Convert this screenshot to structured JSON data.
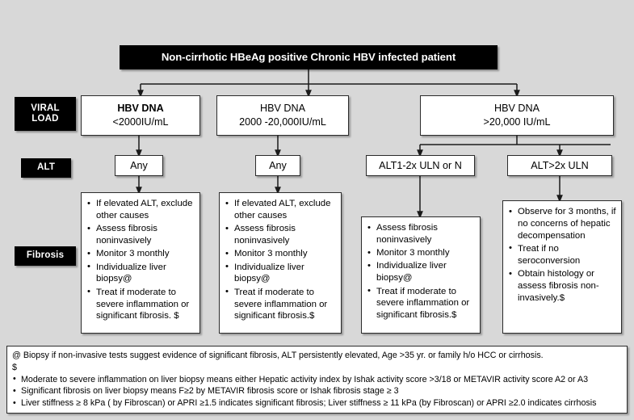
{
  "page": {
    "background_color": "#d8d8d8",
    "box_fill": "#ffffff",
    "box_border": "#2b2b2b",
    "chip_fill": "#000000",
    "chip_text": "#ffffff"
  },
  "title": {
    "text": "Non-cirrhotic HBeAg positive Chronic HBV infected patient"
  },
  "row_labels": [
    {
      "id": "viral-load",
      "line1": "VIRAL",
      "line2": "LOAD"
    },
    {
      "id": "alt",
      "line1": "ALT",
      "line2": ""
    },
    {
      "id": "fibrosis",
      "line1": "Fibrosis",
      "line2": ""
    }
  ],
  "viral_load_boxes": [
    {
      "id": "vl-1",
      "line1": "HBV DNA",
      "line2": "<2000IU/mL",
      "bold_first_line": true
    },
    {
      "id": "vl-2",
      "line1": "HBV DNA",
      "line2": "2000 -20,000IU/mL",
      "bold_first_line": false
    },
    {
      "id": "vl-3",
      "line1": "HBV DNA",
      "line2": ">20,000 IU/mL",
      "bold_first_line": false
    }
  ],
  "alt_boxes": [
    {
      "id": "alt-1",
      "label": "Any"
    },
    {
      "id": "alt-2",
      "label": "Any"
    },
    {
      "id": "alt-3",
      "label": "ALT1-2x ULN or N"
    },
    {
      "id": "alt-4",
      "label": "ALT>2x ULN"
    }
  ],
  "fibrosis_boxes": [
    {
      "id": "fb-1",
      "items": [
        "If elevated ALT, exclude other  causes",
        "Assess fibrosis noninvasively",
        "Monitor 3 monthly",
        "Individualize liver biopsy@",
        "Treat if moderate to severe inflammation or significant fibrosis. $"
      ]
    },
    {
      "id": "fb-2",
      "items": [
        "If elevated ALT, exclude other causes",
        "Assess fibrosis noninvasively",
        "Monitor 3 monthly",
        "Individualize liver biopsy@",
        "Treat if moderate to severe inflammation or significant fibrosis.$"
      ]
    },
    {
      "id": "fb-3",
      "items": [
        "Assess fibrosis noninvasively",
        "Monitor 3 monthly",
        "Individualize liver biopsy@",
        "Treat if moderate to severe inflammation or significant fibrosis.$"
      ]
    },
    {
      "id": "fb-4",
      "items": [
        "Observe for 3 months, if no concerns of hepatic decompensation",
        "Treat  if no seroconversion",
        "Obtain histology or assess fibrosis non-invasively.$"
      ]
    }
  ],
  "footnotes": {
    "lines": [
      {
        "bullet": false,
        "text": "@ Biopsy if  non-invasive tests suggest evidence of significant fibrosis, ALT persistently elevated, Age >35  yr. or   family h/o HCC or cirrhosis."
      },
      {
        "bullet": false,
        "text": "$"
      },
      {
        "bullet": true,
        "text": "Moderate to severe inflammation on liver biopsy means either Hepatic activity index by Ishak activity score >3/18 or METAVIR activity score A2 or A3"
      },
      {
        "bullet": true,
        "text": "Significant fibrosis on liver biopsy means F≥2 by METAVIR fibrosis score or  Ishak fibrosis stage ≥ 3"
      },
      {
        "bullet": true,
        "text": "Liver stiffness ≥ 8 kPa ( by Fibroscan) or APRI ≥1.5 indicates significant fibrosis; Liver stiffness ≥ 11 kPa (by Fibroscan) or APRI ≥2.0 indicates cirrhosis"
      }
    ]
  }
}
